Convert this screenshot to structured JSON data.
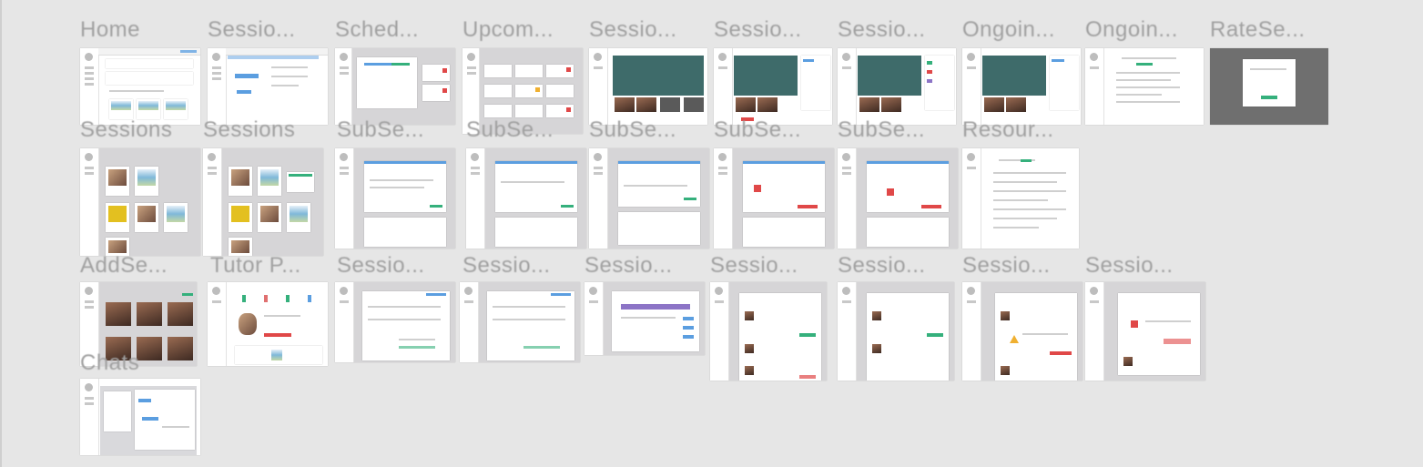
{
  "frames": [
    {
      "id": "f1",
      "label": "Home"
    },
    {
      "id": "f2",
      "label": "Sessio..."
    },
    {
      "id": "f3",
      "label": "Sched..."
    },
    {
      "id": "f4",
      "label": "Upcom..."
    },
    {
      "id": "f5",
      "label": "Sessio..."
    },
    {
      "id": "f6",
      "label": "Sessio..."
    },
    {
      "id": "f7",
      "label": "Sessio..."
    },
    {
      "id": "f8",
      "label": "Ongoin..."
    },
    {
      "id": "f9",
      "label": "Ongoin..."
    },
    {
      "id": "f10",
      "label": "RateSe..."
    },
    {
      "id": "f11",
      "label": "Sessions"
    },
    {
      "id": "f12",
      "label": "Sessions"
    },
    {
      "id": "f13",
      "label": "SubSe..."
    },
    {
      "id": "f14",
      "label": "SubSe..."
    },
    {
      "id": "f15",
      "label": "SubSe..."
    },
    {
      "id": "f16",
      "label": "SubSe..."
    },
    {
      "id": "f17",
      "label": "SubSe..."
    },
    {
      "id": "f18",
      "label": "Resour..."
    },
    {
      "id": "f19",
      "label": "AddSe..."
    },
    {
      "id": "f20",
      "label": "Tutor P..."
    },
    {
      "id": "f21",
      "label": "Sessio..."
    },
    {
      "id": "f22",
      "label": "Sessio..."
    },
    {
      "id": "f23",
      "label": "Sessio..."
    },
    {
      "id": "f24",
      "label": "Sessio..."
    },
    {
      "id": "f25",
      "label": "Sessio..."
    },
    {
      "id": "f26",
      "label": "Sessio..."
    },
    {
      "id": "f27",
      "label": "Sessio..."
    },
    {
      "id": "f28",
      "label": "Chats"
    }
  ],
  "colors": {
    "canvas": "#e6e6e6",
    "label": "#a0a0a0",
    "accent_blue": "#5b9ee0",
    "accent_green": "#35b07c",
    "accent_red": "#e04848",
    "video_teal": "#3e6b6a"
  }
}
